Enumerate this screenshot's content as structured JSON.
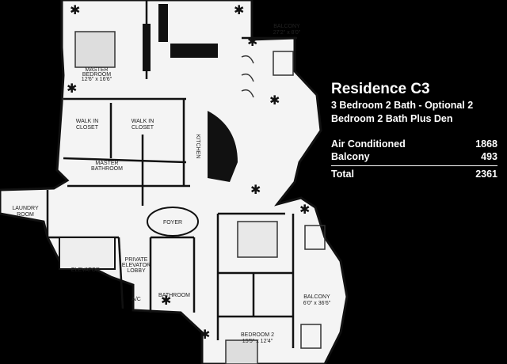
{
  "residence": {
    "title": "Residence C3",
    "subtitle_line1": "3 Bedroom 2 Bath - Optional 2",
    "subtitle_line2": "Bedroom 2 Bath Plus Den",
    "areas": [
      {
        "label": "Air Conditioned",
        "value": "1868"
      },
      {
        "label": "Balcony",
        "value": "493"
      }
    ],
    "total": {
      "label": "Total",
      "value": "2361"
    }
  },
  "plan_labels": {
    "balcony_top": "BALCONY",
    "balcony_top_dim": "27'2\" x 8'0\"",
    "master_bedroom": "MASTER",
    "master_bedroom_2": "BEDROOM",
    "master_bedroom_dim": "12'6\" x 16'6\"",
    "walk_in_closet_1": "WALK IN",
    "walk_in_closet_1b": "CLOSET",
    "walk_in_closet_2": "WALK IN",
    "walk_in_closet_2b": "CLOSET",
    "master_bathroom": "MASTER",
    "master_bathroom_2": "BATHROOM",
    "kitchen": "KITCHEN",
    "laundry": "LAUNDRY",
    "laundry_2": "ROOM",
    "foyer": "FOYER",
    "elevator": "ELEVATOR",
    "private_lobby": "PRIVATE",
    "private_lobby_2": "ELEVATOR",
    "private_lobby_3": "LOBBY",
    "bathroom": "BATHROOM",
    "ac": "A/C",
    "balcony_right": "BALCONY",
    "balcony_right_dim": "6'0\" x 36'6\"",
    "bedroom2": "BEDROOM 2",
    "bedroom2_dim": "15'5\" x 12'4\""
  }
}
